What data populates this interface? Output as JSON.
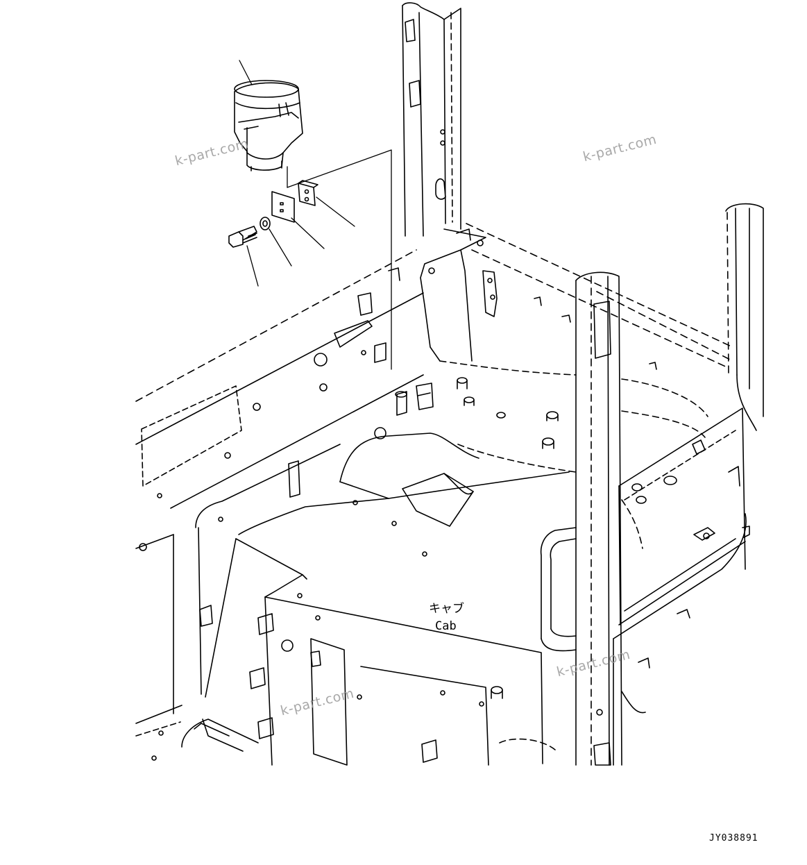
{
  "drawing": {
    "label_jp": "キャブ",
    "label_en": "Cab",
    "code": "JY038891"
  },
  "watermarks": [
    "k-part.com",
    "k-part.com",
    "k-part.com",
    "k-part.com"
  ]
}
